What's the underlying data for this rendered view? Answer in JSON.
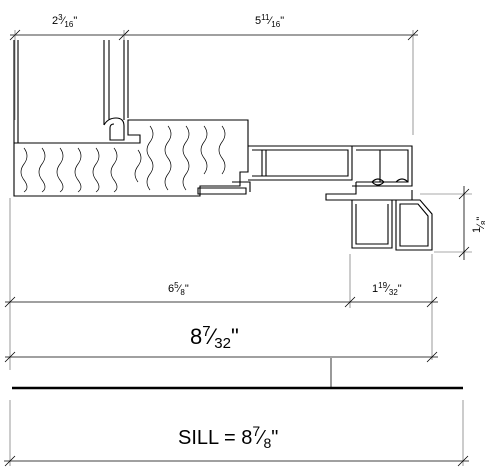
{
  "dimensions": {
    "top_left": {
      "whole": "2",
      "num": "3",
      "den": "16",
      "unit": "\""
    },
    "top_right": {
      "whole": "5",
      "num": "11",
      "den": "16",
      "unit": "\""
    },
    "right_vertical": {
      "whole": "1",
      "num": "",
      "den": "8",
      "unit": "\""
    },
    "bottom_left": {
      "whole": "6",
      "num": "5",
      "den": "8",
      "unit": "\""
    },
    "bottom_right": {
      "whole": "1",
      "num": "19",
      "den": "32",
      "unit": "\""
    },
    "overall": {
      "whole": "8",
      "num": "7",
      "den": "32",
      "unit": "\""
    },
    "sill": {
      "prefix": "SILL = ",
      "whole": "8",
      "num": "7",
      "den": "8",
      "unit": "\""
    }
  }
}
